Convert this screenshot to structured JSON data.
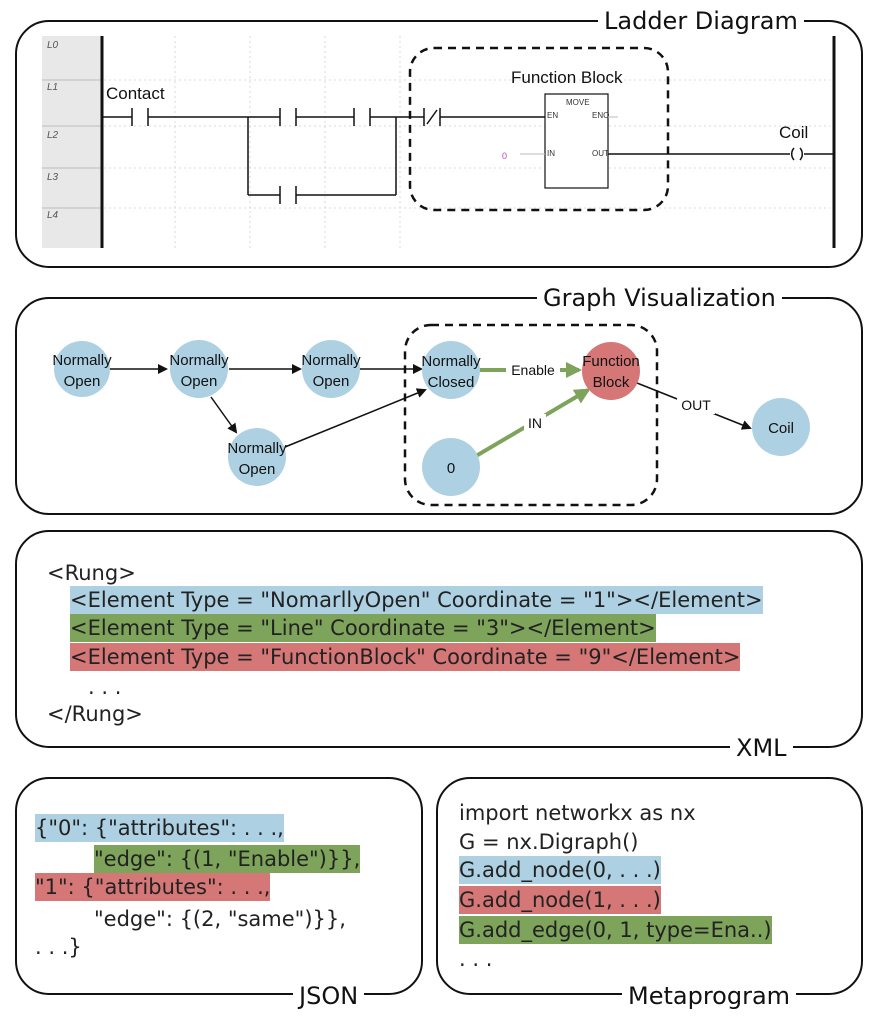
{
  "ladder": {
    "title": "Ladder Diagram",
    "rail_labels": [
      "L0",
      "L1",
      "L2",
      "L3",
      "L4"
    ],
    "contact_label": "Contact",
    "function_block_label": "Function Block",
    "fb_name": "MOVE",
    "fb_en": "EN",
    "fb_eno": "ENO",
    "fb_in": "IN",
    "fb_out": "OUT",
    "fb_input_value": "0",
    "coil_label": "Coil"
  },
  "graph": {
    "title": "Graph Visualization",
    "nodes": [
      {
        "id": "n1",
        "line1": "Normally",
        "line2": "Open"
      },
      {
        "id": "n2",
        "line1": "Normally",
        "line2": "Open"
      },
      {
        "id": "n3",
        "line1": "Normally",
        "line2": "Open"
      },
      {
        "id": "n4",
        "line1": "Normally",
        "line2": "Open"
      },
      {
        "id": "n5",
        "line1": "Normally",
        "line2": "Closed"
      },
      {
        "id": "n6",
        "line1": "Function",
        "line2": "Block"
      },
      {
        "id": "n7",
        "line1": "0",
        "line2": ""
      },
      {
        "id": "n8",
        "line1": "Coil",
        "line2": ""
      }
    ],
    "edge_labels": {
      "enable": "Enable",
      "in": "IN",
      "out": "OUT"
    },
    "colors": {
      "node": "#add1e2",
      "function_block": "#d67777",
      "edge_highlight": "#7ea35b",
      "edge": "#111111"
    }
  },
  "xml": {
    "title": "XML",
    "lines": [
      "<Rung>",
      "<Element Type = \"NomarllyOpen\" Coordinate = \"1\"></Element>",
      "<Element Type = \"Line\" Coordinate = \"3\"></Element>",
      "<Element Type = \"FunctionBlock\" Coordinate = \"9\"</Element>",
      ". . .",
      "</Rung>"
    ]
  },
  "json": {
    "title": "JSON",
    "lines": [
      "{\"0\": {\"attributes\": . . .,",
      "\"edge\": {(1, \"Enable\")}},",
      "\"1\": {\"attributes\": . . .,",
      "\"edge\": {(2, \"same\")}},",
      ". . .}"
    ]
  },
  "meta": {
    "title": "Metaprogram",
    "lines": [
      "import networkx as nx",
      "G = nx.Digraph()",
      "G.add_node(0, . . .)",
      "G.add_node(1, . . .)",
      "G.add_edge(0, 1, type=Ena..)",
      ". . ."
    ]
  },
  "highlight_colors": {
    "blue": "#add1e2",
    "green": "#7ea35b",
    "red": "#d67777"
  }
}
